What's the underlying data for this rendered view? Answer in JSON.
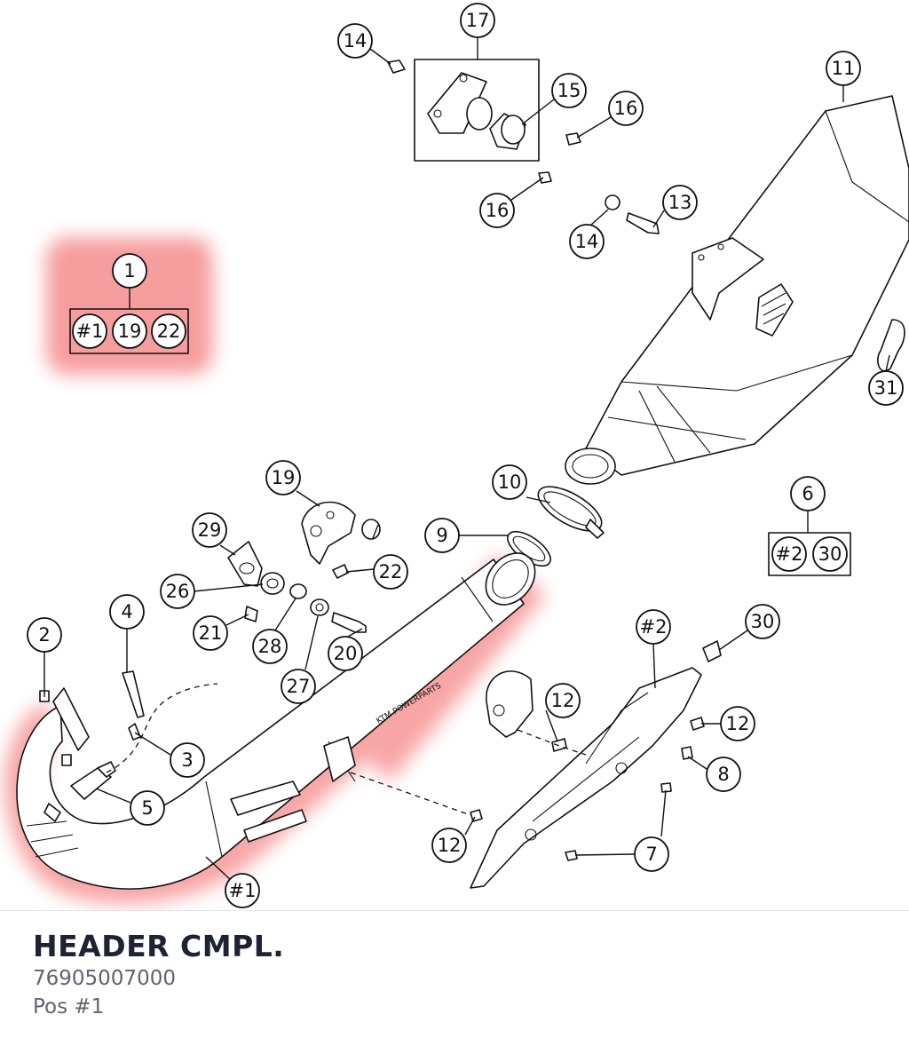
{
  "part": {
    "title": "HEADER CMPL.",
    "number": "76905007000",
    "position": "Pos #1"
  },
  "colors": {
    "highlight": "#f26b6b",
    "title_text": "#1d2335",
    "secondary_text": "#5e6470"
  },
  "callouts": {
    "c1": "1",
    "c2": "2",
    "c3": "3",
    "c4": "4",
    "c5": "5",
    "c6": "6",
    "c7": "7",
    "c8": "8",
    "c9": "9",
    "c10": "10",
    "c11": "11",
    "c12": "12",
    "c13": "13",
    "c14": "14",
    "c15": "15",
    "c16": "16",
    "c17": "17",
    "c19": "19",
    "c20": "20",
    "c21": "21",
    "c22": "22",
    "c26": "26",
    "c27": "27",
    "c28": "28",
    "c29": "29",
    "c30": "30",
    "c31": "31",
    "h1": "#1",
    "h2": "#2"
  },
  "kits": {
    "kit1_items": [
      "#1",
      "19",
      "22"
    ],
    "kit6_items": [
      "#2",
      "30"
    ]
  }
}
